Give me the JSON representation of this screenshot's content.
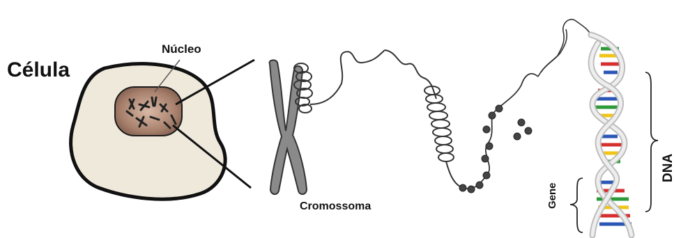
{
  "labels": {
    "cell": "Célula",
    "nucleus": "Núcleo",
    "chromosome": "Cromossoma",
    "gene": "Gene",
    "dna": "DNA"
  },
  "colors": {
    "cell_fill": "#efe9dc",
    "cell_outline": "#111111",
    "nucleus_fill": "#a07a66",
    "chromosome_fill": "#8a8a8a",
    "dna_backbone": "#d9d9d9",
    "base_pair_colors": [
      "#d62f2f",
      "#2b56b5",
      "#2e9a3a",
      "#f0c419"
    ]
  }
}
